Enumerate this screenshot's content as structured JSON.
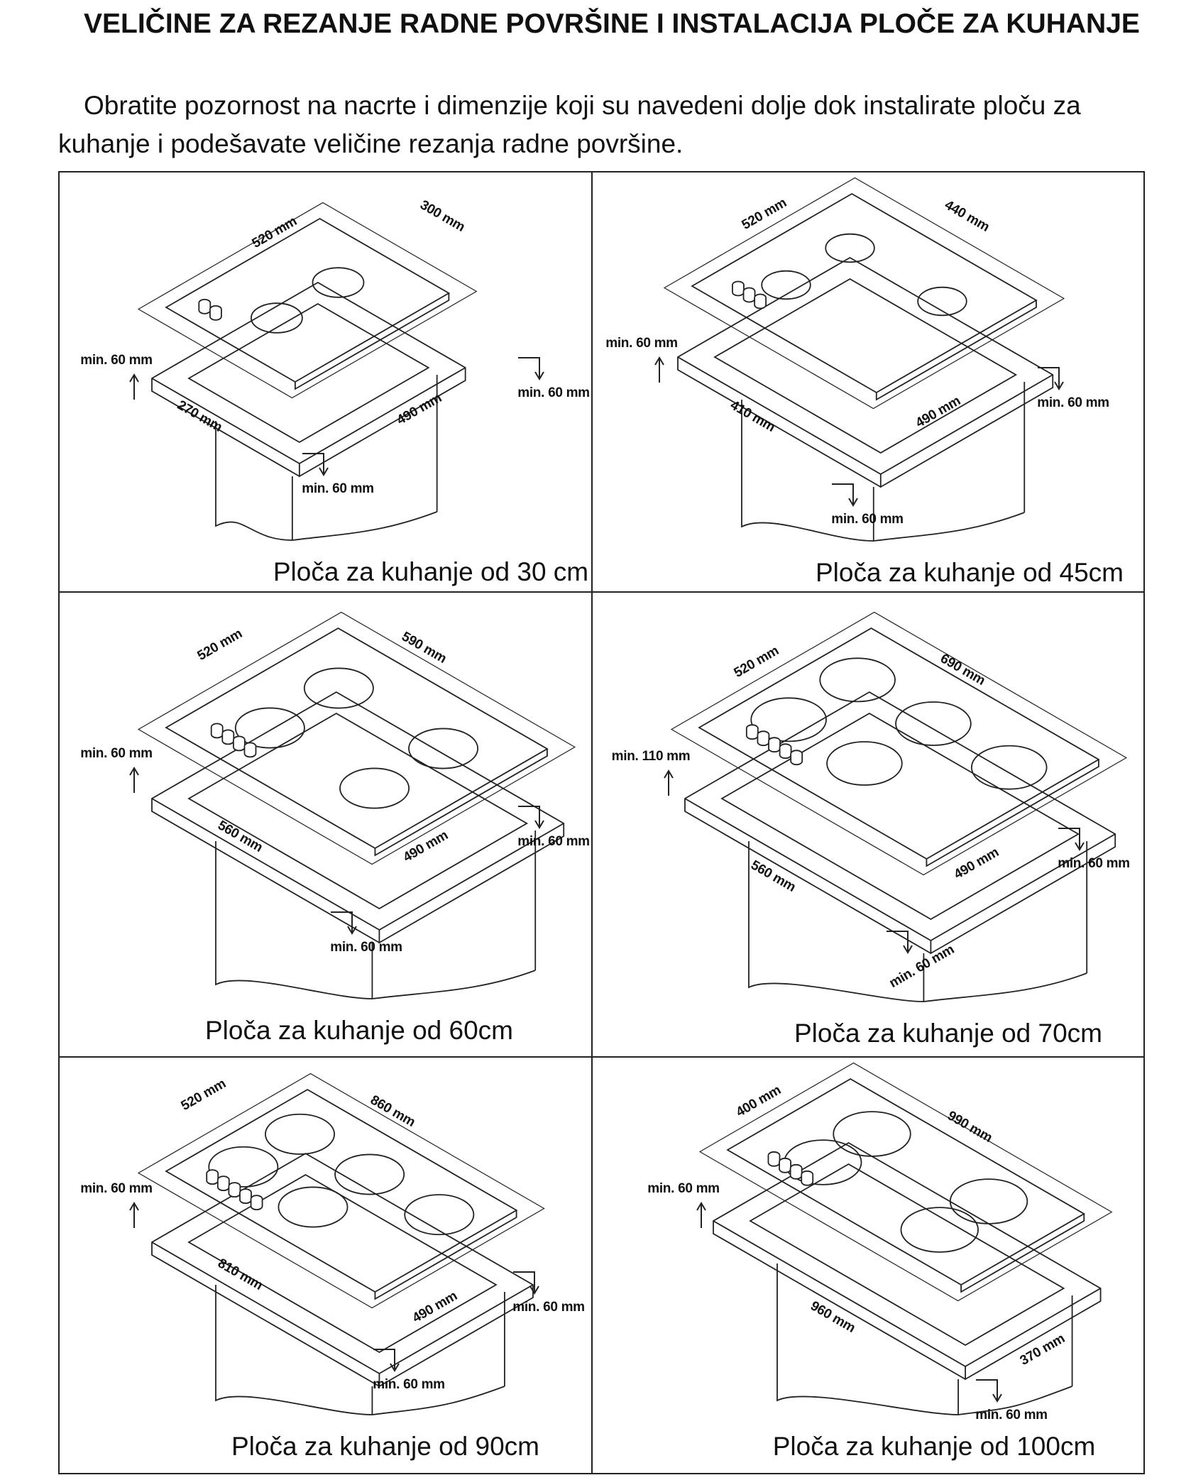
{
  "header": {
    "title": "VELIČINE ZA REZANJE RADNE POVRŠINE I INSTALACIJA PLOČE ZA KUHANJE",
    "intro": "Obratite pozornost na nacrte i dimenzije koji su navedeni dolje dok instalirate ploču za kuhanje i podešavate veličine rezanja radne površine."
  },
  "panels": [
    {
      "caption": "Ploča za kuhanje od 30 cm",
      "burners": 2,
      "knobs": 2,
      "labels": [
        "520 mm",
        "300 mm",
        "min. 60 mm",
        "min. 60 mm",
        "270 mm",
        "490 mm",
        "min. 60 mm"
      ]
    },
    {
      "caption": "Ploča za kuhanje od 45cm",
      "burners": 3,
      "knobs": 3,
      "labels": [
        "520 mm",
        "440 mm",
        "min. 60 mm",
        "min. 60 mm",
        "410 mm",
        "490 mm",
        "min. 60 mm"
      ]
    },
    {
      "caption": "Ploča za kuhanje od 60cm",
      "burners": 4,
      "knobs": 4,
      "labels": [
        "520 mm",
        "590 mm",
        "min. 60 mm",
        "min. 60 mm",
        "560 mm",
        "490 mm",
        "min. 60 mm"
      ]
    },
    {
      "caption": "Ploča za kuhanje od 70cm",
      "burners": 5,
      "knobs": 5,
      "labels": [
        "520 mm",
        "690 mm",
        "min. 110 mm",
        "min. 60 mm",
        "560 mm",
        "490 mm",
        "min. 60 mm"
      ]
    },
    {
      "caption": "Ploča za kuhanje od 90cm",
      "burners": 5,
      "knobs": 5,
      "labels": [
        "520 mm",
        "860 mm",
        "min. 60 mm",
        "min. 60 mm",
        "810 mm",
        "490 mm",
        "min. 60 mm"
      ]
    },
    {
      "caption": "Ploča za kuhanje od 100cm",
      "burners": 4,
      "knobs": 4,
      "labels": [
        "400 mm",
        "990 mm",
        "min. 60 mm",
        "960 mm",
        "370 mm",
        "min. 60 mm"
      ]
    }
  ]
}
